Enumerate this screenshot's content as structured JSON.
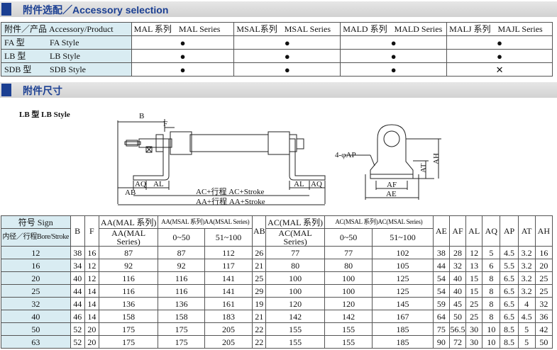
{
  "section1_title": "附件选配／Accessory selection",
  "section2_title": "附件尺寸",
  "accessory": {
    "header": {
      "left": "附件／产品 Accessory/Product",
      "cols": [
        [
          "MAL 系列",
          "MAL Series"
        ],
        [
          "MSAL系列",
          "MSAL Series"
        ],
        [
          "MALD 系列",
          "MALD Series"
        ],
        [
          "MALJ 系列",
          "MAJL Series"
        ]
      ]
    },
    "rows": [
      {
        "cn": "FA 型",
        "en": "FA Style",
        "marks": [
          "●",
          "●",
          "●",
          "●"
        ]
      },
      {
        "cn": "LB 型",
        "en": "LB Style",
        "marks": [
          "●",
          "●",
          "●",
          "●"
        ]
      },
      {
        "cn": "SDB 型",
        "en": "SDB Style",
        "marks": [
          "●",
          "●",
          "●",
          "✕"
        ]
      }
    ]
  },
  "drawing": {
    "title": "LB 型   LB Style",
    "labels": {
      "B": "B",
      "F": "F",
      "AB": "AB",
      "AQ": "AQ",
      "AL": "AL",
      "AL2": "AL",
      "AQ2": "AQ",
      "ac": "AC+行程   AC+Stroke",
      "aa": "AA+行程   AA+Stroke",
      "ap": "4-φAP",
      "AT": "AT",
      "AH": "AH",
      "AF": "AF",
      "AE": "AE"
    }
  },
  "dims": {
    "header": {
      "sign": "符号 Sign",
      "bore": "内径／行程Bore/Stroke",
      "B": "B",
      "F": "F",
      "aa_mal": "AA(MAL 系列)",
      "aa_mal2": "AA(MAL Series)",
      "aa_msal": "AA(MSAL 系列)AA(MSAL Series)",
      "r1": "0~50",
      "r2": "51~100",
      "AB": "AB",
      "ac_mal": "AC(MAL 系列)",
      "ac_mal2": "AC(MAL Series)",
      "ac_msal": "AC(MSAL 系列)AC(MSAL Series)",
      "r3": "0~50",
      "r4": "51~100",
      "AE": "AE",
      "AF": "AF",
      "AL": "AL",
      "AQ": "AQ",
      "AP": "AP",
      "AT": "AT",
      "AH": "AH"
    },
    "rows": [
      [
        "12",
        "38",
        "16",
        "87",
        "87",
        "112",
        "26",
        "77",
        "77",
        "102",
        "38",
        "28",
        "12",
        "5",
        "4.5",
        "3.2",
        "16"
      ],
      [
        "16",
        "34",
        "12",
        "92",
        "92",
        "117",
        "21",
        "80",
        "80",
        "105",
        "44",
        "32",
        "13",
        "6",
        "5.5",
        "3.2",
        "20"
      ],
      [
        "20",
        "40",
        "12",
        "116",
        "116",
        "141",
        "25",
        "100",
        "100",
        "125",
        "54",
        "40",
        "15",
        "8",
        "6.5",
        "3.2",
        "25"
      ],
      [
        "25",
        "44",
        "14",
        "116",
        "116",
        "141",
        "29",
        "100",
        "100",
        "125",
        "54",
        "40",
        "15",
        "8",
        "6.5",
        "3.2",
        "25"
      ],
      [
        "32",
        "44",
        "14",
        "136",
        "136",
        "161",
        "19",
        "120",
        "120",
        "145",
        "59",
        "45",
        "25",
        "8",
        "6.5",
        "4",
        "32"
      ],
      [
        "40",
        "46",
        "14",
        "158",
        "158",
        "183",
        "21",
        "142",
        "142",
        "167",
        "64",
        "50",
        "25",
        "8",
        "6.5",
        "4.5",
        "36"
      ],
      [
        "50",
        "52",
        "20",
        "175",
        "175",
        "205",
        "22",
        "155",
        "155",
        "185",
        "75",
        "56.5",
        "30",
        "10",
        "8.5",
        "5",
        "42"
      ],
      [
        "63",
        "52",
        "20",
        "175",
        "175",
        "205",
        "22",
        "155",
        "155",
        "185",
        "90",
        "72",
        "30",
        "10",
        "8.5",
        "5",
        "50"
      ]
    ]
  }
}
